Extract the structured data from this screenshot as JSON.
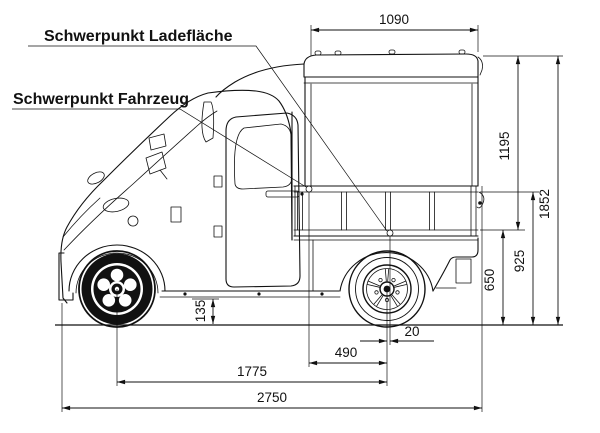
{
  "drawing": {
    "callouts": {
      "cg_bed": "Schwerpunkt Ladefläche",
      "cg_vehicle": "Schwerpunkt Fahrzeug"
    },
    "dimensions": {
      "bed_length": "1090",
      "box_height": "1195",
      "overall_height": "1852",
      "sideboard_height": "925",
      "bed_floor_height": "650",
      "ground_clearance": "135",
      "cg_bed_to_axle": "20",
      "cg_vehicle_to_axle": "490",
      "wheelbase": "1775",
      "overall_length": "2750"
    },
    "colors": {
      "line": "#111111",
      "background": "#ffffff"
    }
  }
}
